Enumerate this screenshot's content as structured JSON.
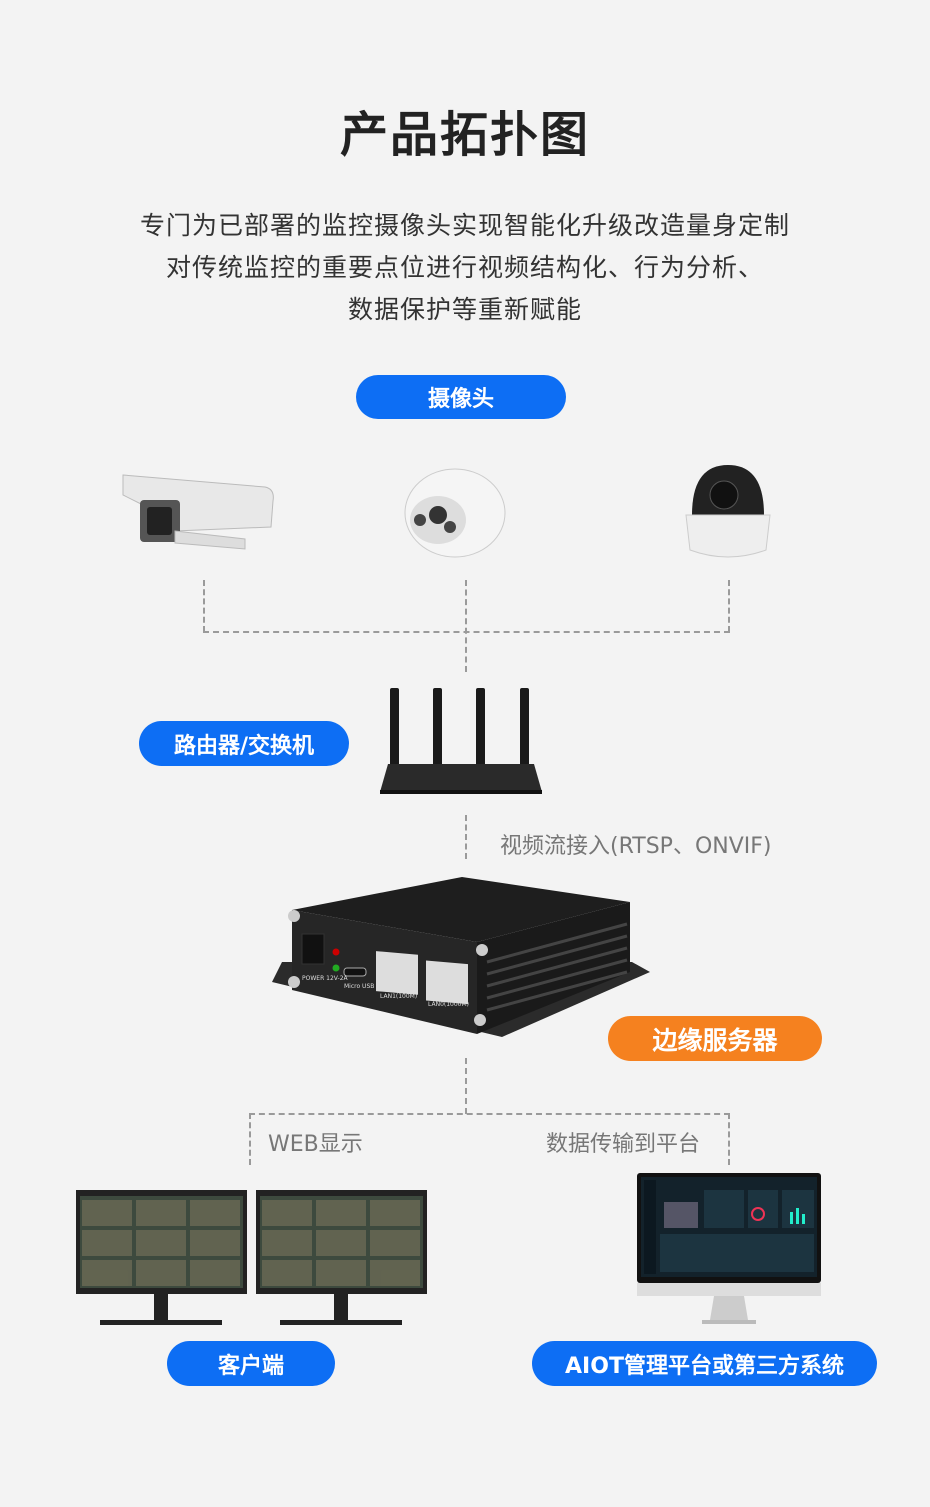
{
  "title": "产品拓扑图",
  "description": [
    "专门为已部署的监控摄像头实现智能化升级改造量身定制",
    "对传统监控的重要点位进行视频结构化、行为分析、",
    "数据保护等重新赋能"
  ],
  "labels": {
    "cameras": "摄像头",
    "router": "路由器/交换机",
    "edge_server": "边缘服务器",
    "client": "客户端",
    "platform": "AIOT管理平台或第三方系统"
  },
  "notes": {
    "stream": "视频流接入(RTSP、ONVIF)",
    "web": "WEB显示",
    "transfer": "数据传输到平台"
  },
  "server_ports": {
    "power": "POWER 12V-2A",
    "usb": "Micro USB",
    "lan1": "LAN1(100M)",
    "lan0": "LAN0(1000M)"
  },
  "colors": {
    "blue": "#0d6ef4",
    "orange": "#f5811f"
  }
}
